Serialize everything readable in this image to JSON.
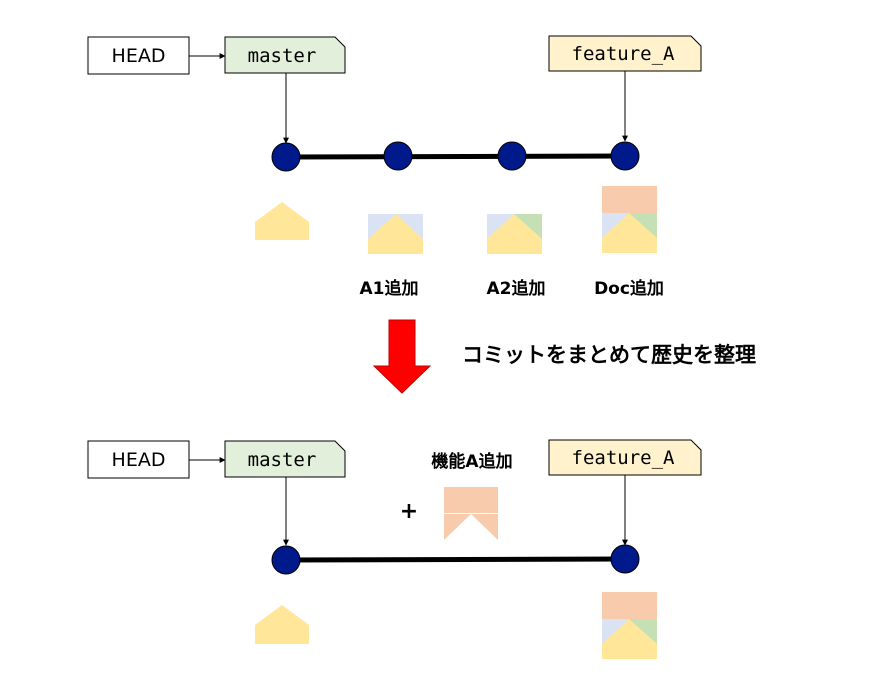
{
  "before": {
    "head_label": "HEAD",
    "branch_master": "master",
    "branch_feature": "feature_A",
    "commit_labels": [
      "A1追加",
      "A2追加",
      "Doc追加"
    ]
  },
  "transition": {
    "caption": "コミットをまとめて歴史を整理"
  },
  "after": {
    "head_label": "HEAD",
    "branch_master": "master",
    "branch_feature": "feature_A",
    "squash_label": "機能A追加",
    "plus_sign": "+"
  },
  "colors": {
    "commit_node": "#001a8c",
    "line": "#000000",
    "master_fill": "#e2efda",
    "feature_fill": "#fff2cc",
    "house_yellow": "#ffe699",
    "left_blue": "#dae3f3",
    "right_green": "#c5e0b4",
    "roof_orange": "#f8cbad",
    "arrow_red": "#ff0000"
  }
}
